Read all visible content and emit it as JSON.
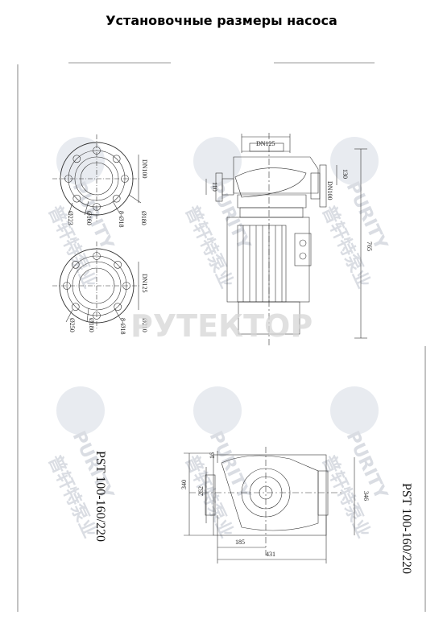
{
  "page": {
    "title": "Установочные размеры насоса"
  },
  "watermarks": {
    "brand_latin": "PURITY",
    "brand_cn": "普轩特泵业",
    "overlay": "РУТЕКТОР"
  },
  "flange_top": {
    "dn": "DN100",
    "bolt_circle": "Ø180",
    "raised_face": "Ø160",
    "outer": "Ø223",
    "bolts": "8-Ø18"
  },
  "flange_bottom": {
    "dn": "DN125",
    "bolt_circle": "Ø210",
    "raised_face": "Ø180",
    "outer": "Ø250",
    "bolts": "8-Ø18"
  },
  "side_view": {
    "outlet": "DN125",
    "inlet": "DN100",
    "height_total": "765",
    "dim_130": "130",
    "dim_110": "110"
  },
  "plan_view": {
    "dim_340": "340",
    "dim_262": "262",
    "dim_16": "16",
    "dim_346": "346",
    "dim_185": "185",
    "dim_431": "431"
  },
  "model": "PST 100-160/220",
  "colors": {
    "line": "#333333",
    "watermark": "#d9dde6",
    "text": "#111111"
  }
}
